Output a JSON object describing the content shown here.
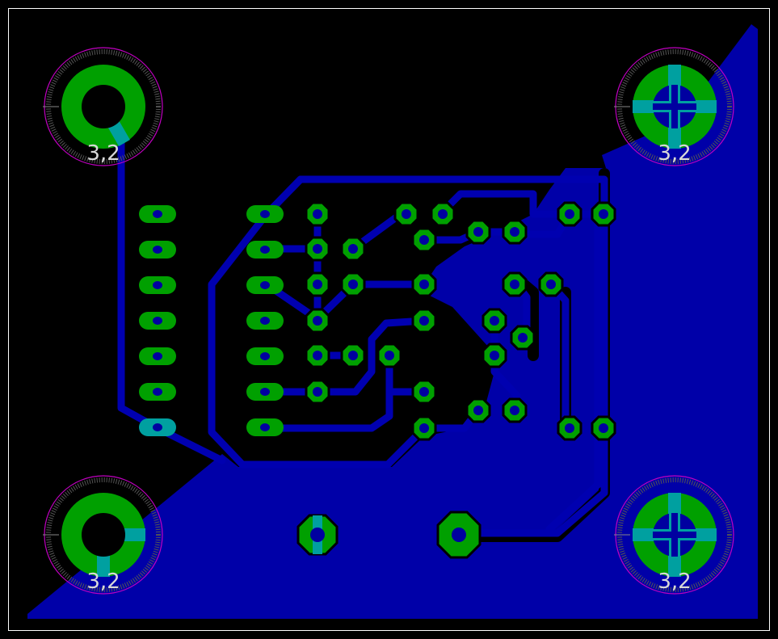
{
  "board": {
    "mounting_hole_label": "3,2",
    "mounting_holes": [
      {
        "id": "top-left",
        "label": "3,2"
      },
      {
        "id": "top-right",
        "label": "3,2"
      },
      {
        "id": "bottom-left",
        "label": "3,2"
      },
      {
        "id": "bottom-right",
        "label": "3,2"
      }
    ]
  },
  "colors": {
    "background": "#000000",
    "outline": "#ffffff",
    "copper_fill": "#0000a8",
    "copper_trace": "#0000b0",
    "pad": "#00a000",
    "via_thermal": "#00a0a0",
    "drill": "#0000a0",
    "restrict": "#c000c0"
  }
}
